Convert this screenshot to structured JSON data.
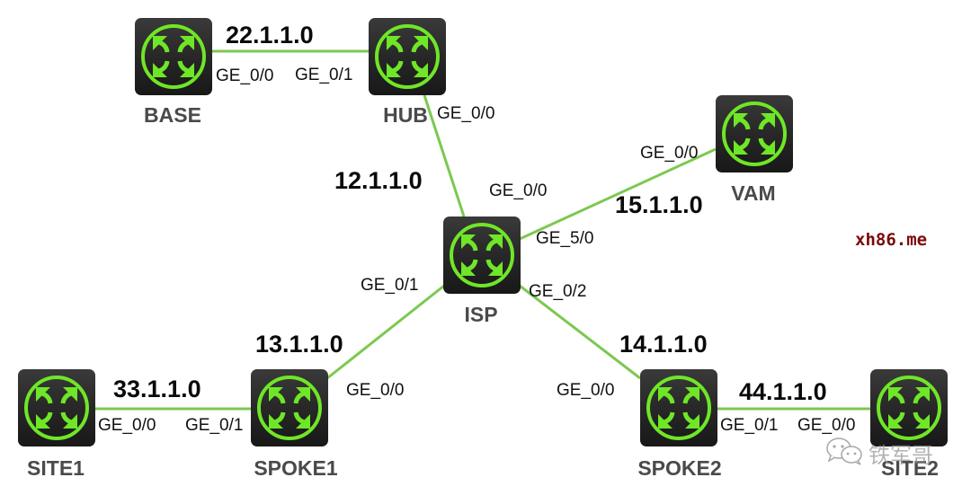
{
  "diagram": {
    "type": "network-topology",
    "link_color": "#7cc850",
    "icon_color": "#6fe627",
    "nodes": [
      {
        "id": "BASE",
        "label": "BASE"
      },
      {
        "id": "HUB",
        "label": "HUB"
      },
      {
        "id": "VAM",
        "label": "VAM"
      },
      {
        "id": "ISP",
        "label": "ISP"
      },
      {
        "id": "SITE1",
        "label": "SITE1"
      },
      {
        "id": "SPOKE1",
        "label": "SPOKE1"
      },
      {
        "id": "SPOKE2",
        "label": "SPOKE2"
      },
      {
        "id": "SITE2",
        "label": "SITE2"
      }
    ],
    "links": [
      {
        "from": "BASE",
        "to": "HUB",
        "network": "22.1.1.0",
        "from_port": "GE_0/0",
        "to_port": "GE_0/1"
      },
      {
        "from": "HUB",
        "to": "ISP",
        "network": "12.1.1.0",
        "from_port": "GE_0/0",
        "to_port": "GE_0/0"
      },
      {
        "from": "ISP",
        "to": "VAM",
        "network": "15.1.1.0",
        "from_port": "GE_5/0",
        "to_port": "GE_0/0"
      },
      {
        "from": "ISP",
        "to": "SPOKE1",
        "network": "13.1.1.0",
        "from_port": "GE_0/1",
        "to_port": "GE_0/0"
      },
      {
        "from": "ISP",
        "to": "SPOKE2",
        "network": "14.1.1.0",
        "from_port": "GE_0/2",
        "to_port": "GE_0/0"
      },
      {
        "from": "SITE1",
        "to": "SPOKE1",
        "network": "33.1.1.0",
        "from_port": "GE_0/0",
        "to_port": "GE_0/1"
      },
      {
        "from": "SPOKE2",
        "to": "SITE2",
        "network": "44.1.1.0",
        "from_port": "GE_0/1",
        "to_port": "GE_0/0"
      }
    ]
  },
  "brand": "xh86.me",
  "watermark": {
    "icon": "wechat-icon",
    "text": "铁军哥"
  }
}
